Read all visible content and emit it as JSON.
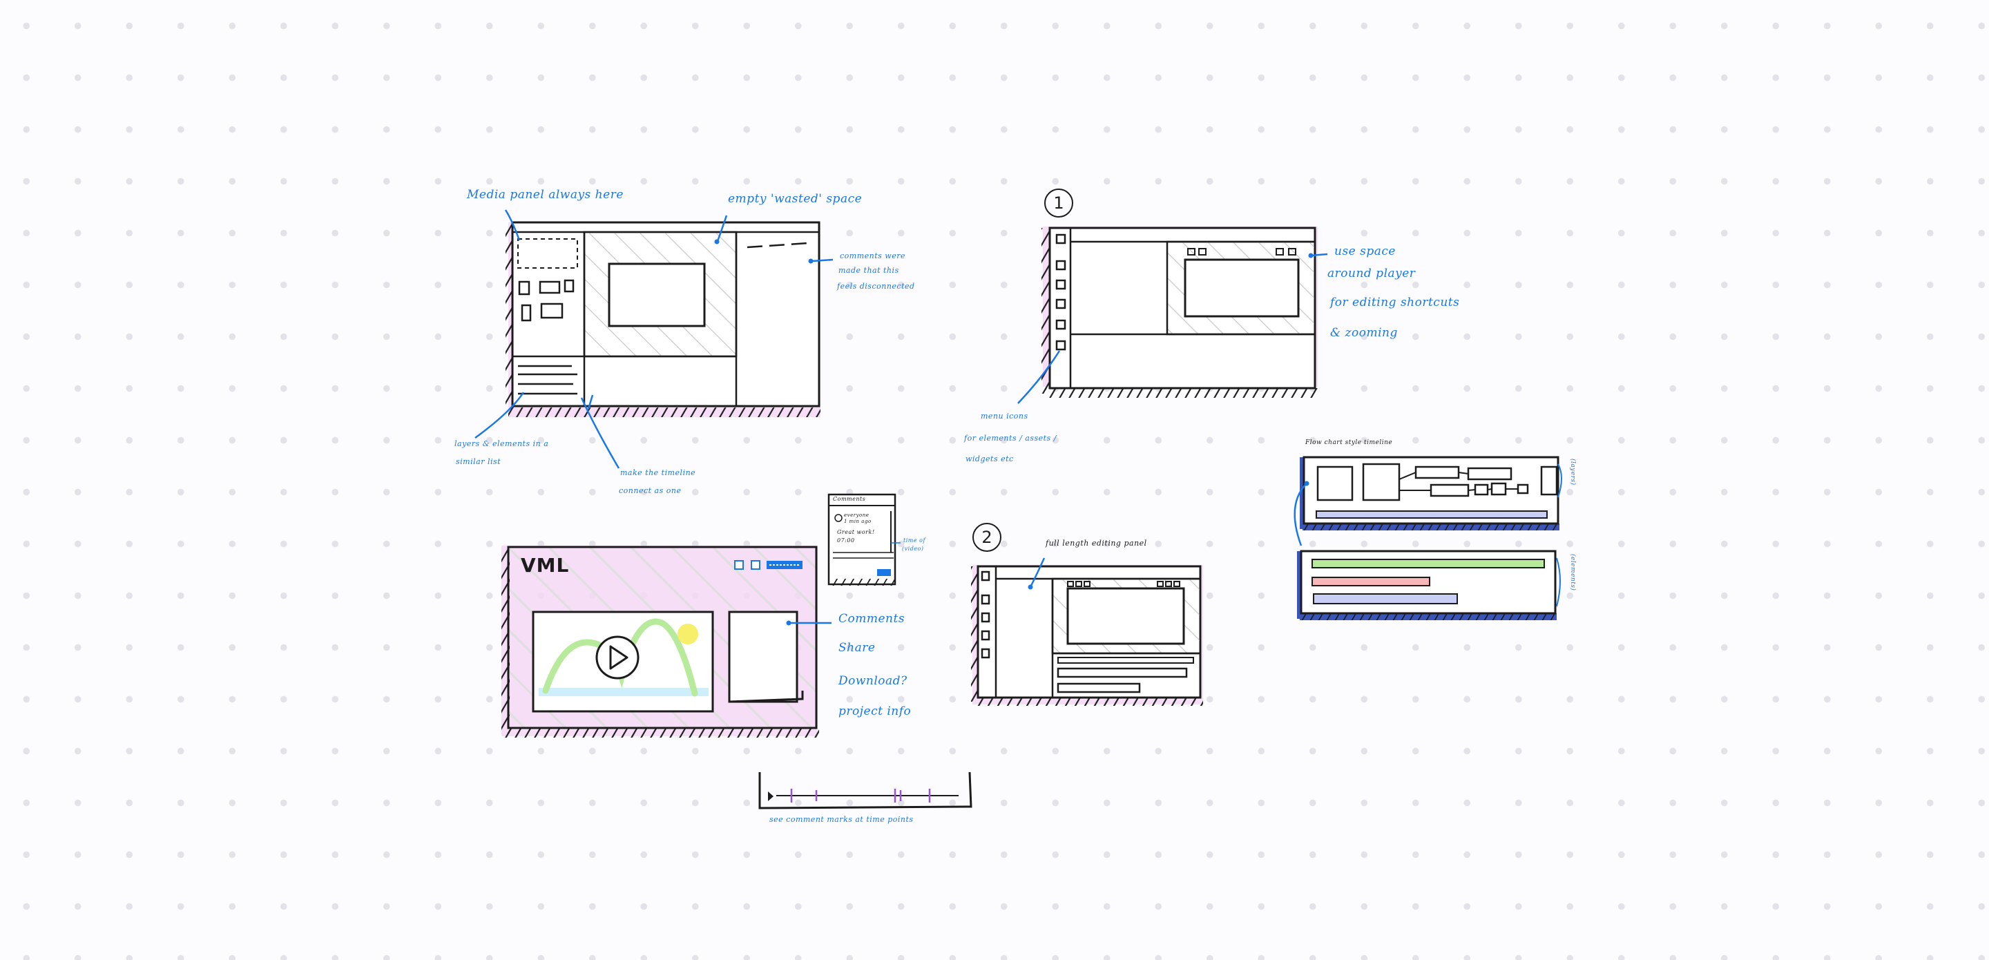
{
  "colors": {
    "ink": "#1c1c1c",
    "annotation": "#1a78e6",
    "highlight_pink": "#f2c9f2",
    "highlight_blue": "#3a54b8",
    "accent_green": "#b7ea9b",
    "accent_yellow": "#f7ef6a",
    "accent_cyan": "#cfeefb",
    "bar_red": "#f8b7b7",
    "bar_lavender": "#c9cff4",
    "marker_purple": "#9b4fe0"
  },
  "sketch_current": {
    "notes": {
      "media_panel": "Media panel always here",
      "empty_space": "empty 'wasted' space",
      "comments_line1": "comments were",
      "comments_line2": "made that this",
      "comments_line3": "feels disconnected",
      "layers_line1": "layers & elements in a",
      "layers_line2": "similar list",
      "timeline_line1": "make the timeline",
      "timeline_line2": "connect as one"
    }
  },
  "sketch_option_1": {
    "number": "1",
    "notes": {
      "space_line1": "use space",
      "space_line2": "around player",
      "space_line3": "for editing shortcuts",
      "space_line4": "& zooming",
      "menu_line1": "menu icons",
      "menu_line2": "for elements / assets /",
      "menu_line3": "widgets  etc"
    }
  },
  "sketch_option_2": {
    "number": "2",
    "notes": {
      "panel": "full length editing panel"
    }
  },
  "sketch_flowchart": {
    "title": "Flow chart style timeline",
    "side_top": "(layers)",
    "side_bottom": "(elements)"
  },
  "sketch_vml": {
    "title": "VML",
    "menu": [
      "Comments",
      "Share",
      "Download?",
      "project info"
    ],
    "comments_popup": {
      "header": "Comments",
      "line1": "everyone",
      "line2": "1 min ago",
      "text": "Great work!",
      "time": "07:00",
      "side_line1": "time of",
      "side_line2": "(video)"
    },
    "timeline_note": "see comment marks at time points"
  }
}
